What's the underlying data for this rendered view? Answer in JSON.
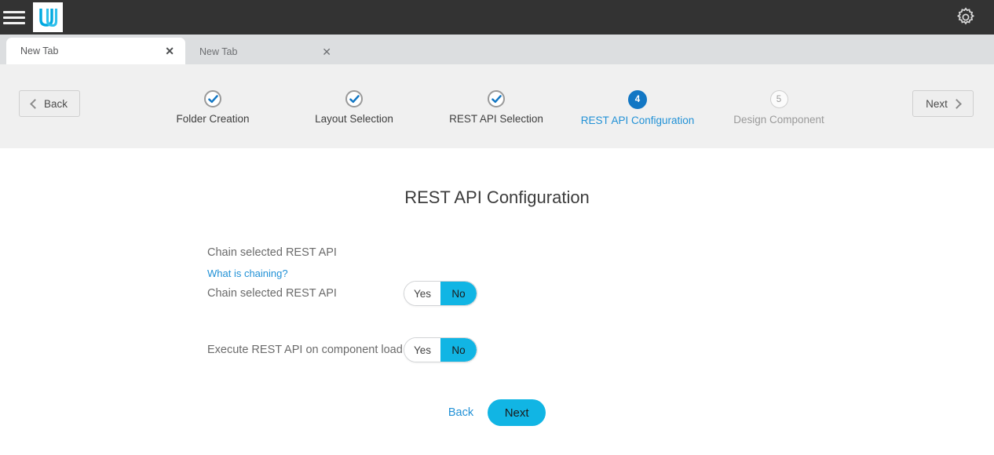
{
  "appbar": {
    "menu_icon": "hamburger-menu-icon",
    "logo_alt": "UJ",
    "settings_icon": "gear-icon"
  },
  "tabs": [
    {
      "label": "New Tab",
      "close": "✕",
      "active": true
    },
    {
      "label": "New Tab",
      "close": "✕",
      "active": false
    }
  ],
  "wizard": {
    "back_label": "Back",
    "next_label": "Next",
    "steps": [
      {
        "label": "Folder Creation",
        "state": "done",
        "marker": "✓"
      },
      {
        "label": "Layout Selection",
        "state": "done",
        "marker": "✓"
      },
      {
        "label": "REST API Selection",
        "state": "done",
        "marker": "✓"
      },
      {
        "label": "REST API Configuration",
        "state": "current",
        "marker": "4"
      },
      {
        "label": "Design Component",
        "state": "todo",
        "marker": "5"
      }
    ]
  },
  "main": {
    "title": "REST API Configuration",
    "fields": [
      {
        "label": "Chain selected REST API"
      },
      {
        "link": "What is chaining?"
      },
      {
        "label": "Chain selected REST API",
        "toggle": {
          "yes": "Yes",
          "no": "No",
          "value": "No"
        }
      },
      {
        "label": "Execute REST API on component load",
        "toggle": {
          "yes": "Yes",
          "no": "No",
          "value": "No"
        }
      }
    ],
    "footer": {
      "back_label": "Back",
      "next_label": "Next"
    }
  },
  "colors": {
    "appbar": "#333333",
    "accent_cyan": "#11b5e4",
    "accent_blue": "#2191d6",
    "step_current": "#1277c4",
    "band": "#f0f0f0"
  }
}
